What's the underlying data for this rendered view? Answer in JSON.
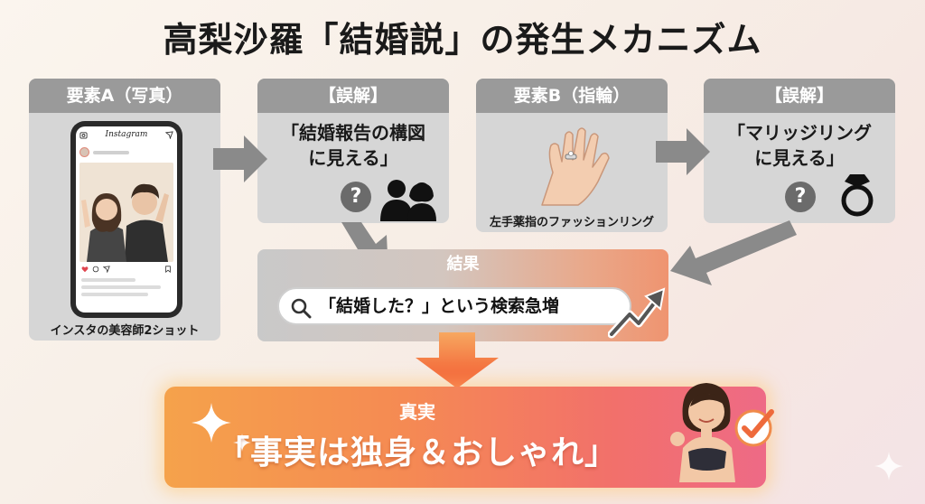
{
  "title": "高梨沙羅「結婚説」の発生メカニズム",
  "panel_a": {
    "header": "要素A（写真）",
    "app_name": "Instagram",
    "caption": "インスタの美容師2ショット"
  },
  "misread_1": {
    "header": "【誤解】",
    "line1": "「結婚報告の構図",
    "line2": "に見える」",
    "question_mark": "?"
  },
  "panel_b": {
    "header": "要素B（指輪）",
    "caption": "左手薬指のファッションリング"
  },
  "misread_2": {
    "header": "【誤解】",
    "line1": "「マリッジリング",
    "line2": "に見える」",
    "question_mark": "?"
  },
  "result": {
    "header": "結果",
    "search_text": "「結婚した？」という検索急増"
  },
  "truth": {
    "label": "真実",
    "text": "「事実は独身＆おしゃれ」"
  },
  "colors": {
    "panel_header": "#9a9a9a",
    "panel_body": "#d6d6d6",
    "arrow_gray": "#8a8a8a",
    "arrow_orange": "#f26b3a",
    "truth_start": "#f5a24b",
    "truth_end": "#ee6a86"
  },
  "icons": [
    "search-icon",
    "question-icon",
    "couple-silhouette-icon",
    "ring-icon",
    "trend-up-arrow-icon",
    "check-badge-icon",
    "sparkle-icon",
    "camera-icon",
    "send-icon",
    "heart-icon",
    "comment-icon",
    "bookmark-icon"
  ]
}
